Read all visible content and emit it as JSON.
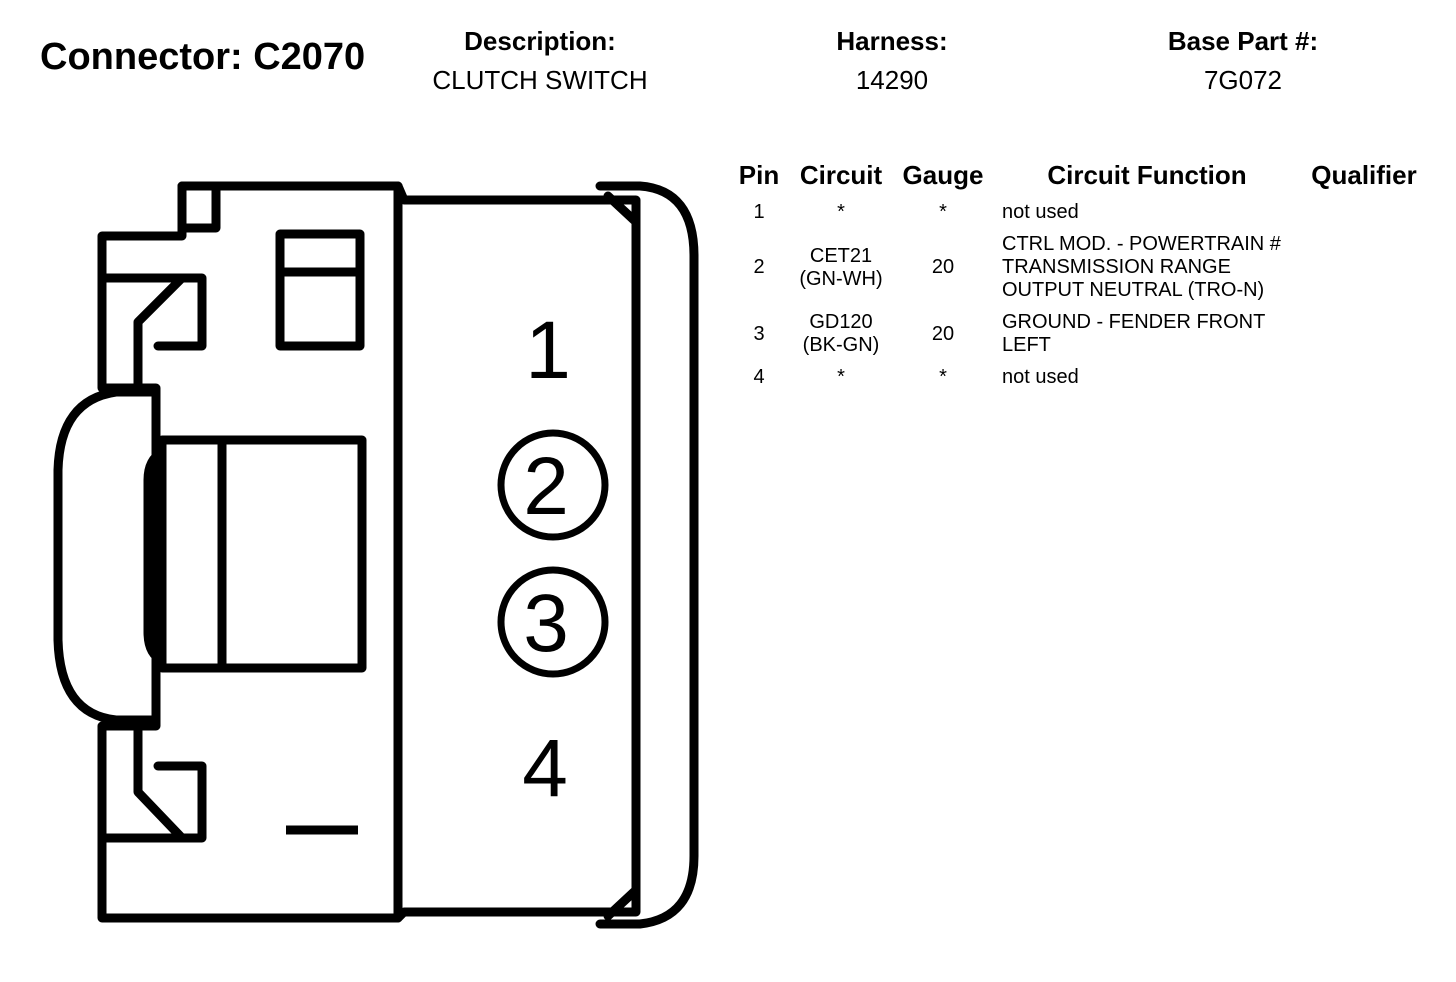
{
  "header": {
    "connector": "Connector: C2070",
    "description_label": "Description:",
    "description_value": "CLUTCH SWITCH",
    "harness_label": "Harness:",
    "harness_value": "14290",
    "base_part_label": "Base Part #:",
    "base_part_value": "7G072"
  },
  "diagram": {
    "pin_labels": [
      "1",
      "2",
      "3",
      "4"
    ],
    "circled_pins": [
      "2",
      "3"
    ]
  },
  "table": {
    "headers": [
      "Pin",
      "Circuit",
      "Gauge",
      "Circuit Function",
      "Qualifier"
    ],
    "rows": [
      {
        "pin": "1",
        "circuit": [
          "*"
        ],
        "gauge": "*",
        "function": [
          "not used"
        ],
        "qualifier": ""
      },
      {
        "pin": "2",
        "circuit": [
          "CET21",
          "(GN-WH)"
        ],
        "gauge": "20",
        "function": [
          "CTRL MOD. - POWERTRAIN #",
          "TRANSMISSION RANGE",
          "OUTPUT NEUTRAL (TRO-N)"
        ],
        "qualifier": ""
      },
      {
        "pin": "3",
        "circuit": [
          "GD120",
          "(BK-GN)"
        ],
        "gauge": "20",
        "function": [
          "GROUND - FENDER FRONT",
          "LEFT"
        ],
        "qualifier": ""
      },
      {
        "pin": "4",
        "circuit": [
          "*"
        ],
        "gauge": "*",
        "function": [
          "not used"
        ],
        "qualifier": ""
      }
    ]
  }
}
